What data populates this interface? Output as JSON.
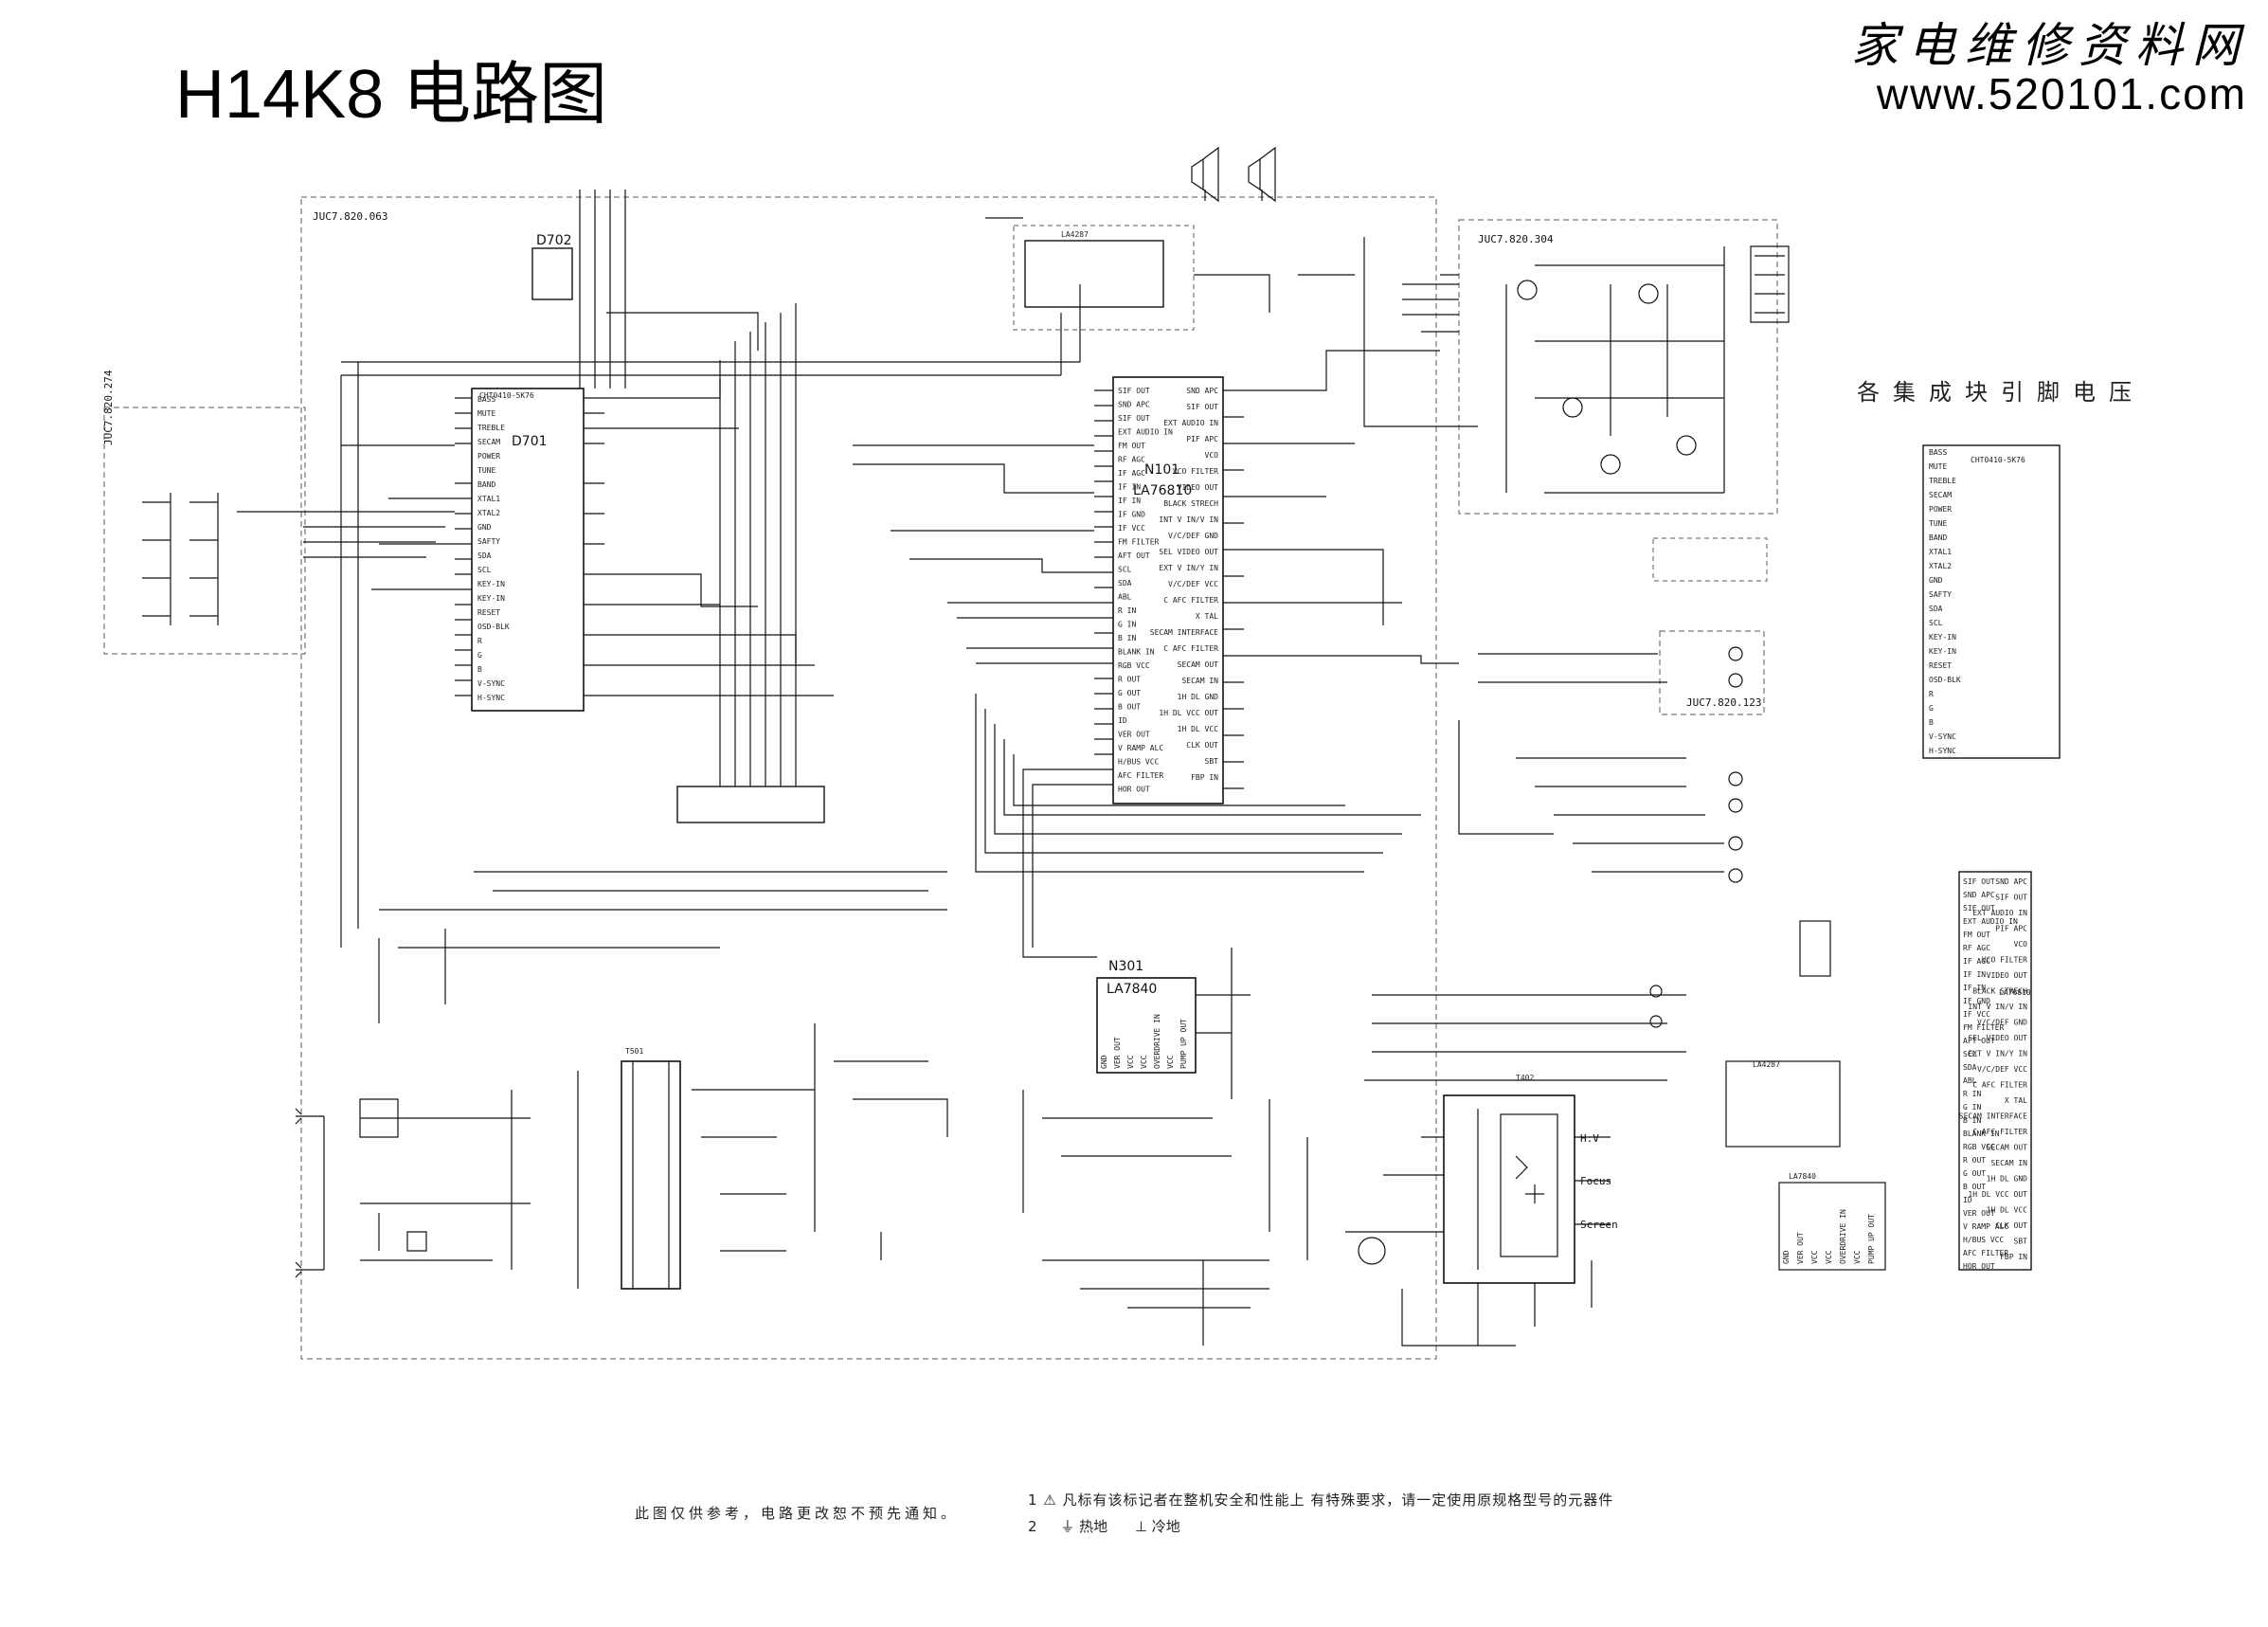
{
  "title": "H14K8 电路图",
  "brand": {
    "name": "家电维修资料网",
    "url": "www.520101.com"
  },
  "boards": {
    "main": "JUC7.820.063",
    "crt": "JUC7.820.304",
    "av": "JUC7.820.123",
    "control": "JUC7.820.274"
  },
  "chips": {
    "mcu": {
      "ref": "D701",
      "part": "CHT0410-5K76"
    },
    "eeprom": {
      "ref": "D702"
    },
    "jungle": {
      "ref": "N101",
      "part": "LA76810"
    },
    "vert": {
      "ref": "N301",
      "part": "LA7840"
    },
    "audio": {
      "part": "LA4287"
    },
    "fbt": {
      "ref": "T402"
    },
    "psu_transformer": {
      "ref": "T501"
    }
  },
  "fbt_outputs": [
    "H.V",
    "Focus",
    "Screen"
  ],
  "mcu_pins_left": [
    "BASS",
    "MUTE",
    "TREBLE",
    "SECAM",
    "POWER",
    "TUNE",
    "BAND",
    "XTAL1",
    "XTAL2",
    "GND",
    "SAFTY",
    "SDA",
    "SCL",
    "KEY-IN",
    "KEY-IN",
    "RESET",
    "OSD-BLK",
    "R",
    "G",
    "B",
    "V-SYNC",
    "H-SYNC"
  ],
  "la76810_pins_left": [
    "SIF OUT",
    "SND APC",
    "SIF OUT",
    "EXT AUDIO IN",
    "FM OUT",
    "RF AGC",
    "IF AGC",
    "IF IN",
    "IF IN",
    "IF GND",
    "IF VCC",
    "FM FILTER",
    "AFT OUT",
    "SCL",
    "SDA",
    "ABL",
    "R IN",
    "G IN",
    "B IN",
    "BLANK IN",
    "RGB VCC",
    "R OUT",
    "G OUT",
    "B OUT",
    "ID",
    "VER OUT",
    "V RAMP ALC",
    "H/BUS VCC",
    "AFC FILTER",
    "HOR OUT"
  ],
  "la76810_pins_right": [
    "SND APC",
    "SIF OUT",
    "EXT AUDIO IN",
    "PIF APC",
    "VCO",
    "VCO FILTER",
    "VIDEO OUT",
    "BLACK STRECH",
    "INT V IN/V IN",
    "V/C/DEF GND",
    "SEL VIDEO OUT",
    "EXT V IN/Y IN",
    "V/C/DEF VCC",
    "C AFC FILTER",
    "X TAL",
    "SECAM INTERFACE",
    "C AFC FILTER",
    "SECAM OUT",
    "SECAM IN",
    "1H DL GND",
    "1H DL VCC OUT",
    "1H DL VCC",
    "CLK OUT",
    "SBT",
    "FBP IN"
  ],
  "la7840_pins": [
    "GND",
    "VER OUT",
    "VCC",
    "VCC",
    "OVERDRIVE IN",
    "VCC",
    "PUMP UP OUT"
  ],
  "pin_voltage_title": "各集成块引脚电压",
  "notes": {
    "left": "此图仅供参考，电路更改恕不预先通知。",
    "note1": "1 ⚠ 凡标有该标记者在整机安全和性能上 有特殊要求，请一定使用原规格型号的元器件",
    "note2_label": "2",
    "note2_a": "热地",
    "note2_b": "冷地"
  },
  "colors": {
    "ink": "#111111",
    "paper": "#ffffff",
    "border": "#888888"
  }
}
